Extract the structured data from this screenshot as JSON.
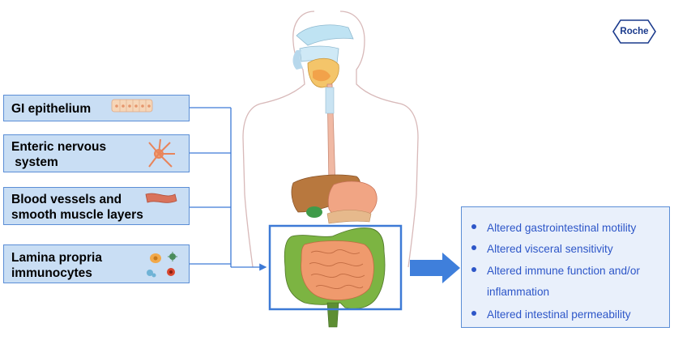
{
  "logo": {
    "text": "Roche",
    "color": "#1a3a8c"
  },
  "left_boxes": [
    {
      "label": "GI epithelium",
      "icon": "epithelium-cells-icon"
    },
    {
      "label": "Enteric nervous\n system",
      "icon": "neuron-icon"
    },
    {
      "label": "Blood vessels and\nsmooth muscle layers",
      "icon": "blood-vessel-icon"
    },
    {
      "label": "Lamina propria\nimmunocytes",
      "icon": "immune-cells-icon"
    }
  ],
  "effects": [
    "Altered gastrointestinal motility",
    "Altered visceral sensitivity",
    "Altered immune function and/or",
    "inflammation",
    "Altered intestinal permeability"
  ],
  "colors": {
    "box_fill": "#c9def4",
    "box_border": "#5b8ed6",
    "connector": "#3d7ad6",
    "effect_text": "#2d56c8"
  }
}
